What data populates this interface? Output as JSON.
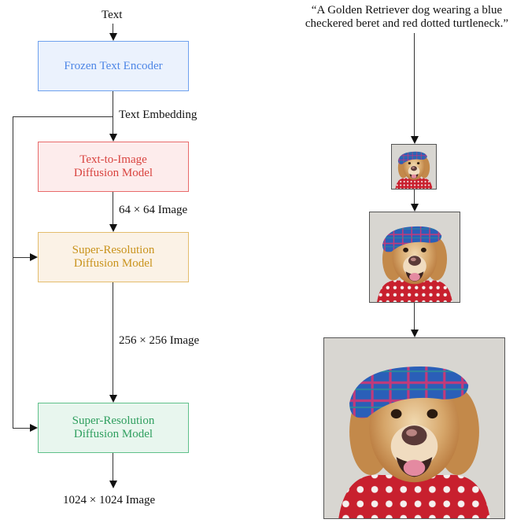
{
  "pipeline": {
    "input_label": "Text",
    "edge_labels": {
      "text_embedding": "Text Embedding",
      "image_64": "64 × 64 Image",
      "image_256": "256 × 256 Image",
      "image_1024": "1024 × 1024 Image"
    },
    "boxes": [
      {
        "line1": "Frozen Text Encoder",
        "line2": "",
        "fill": "#ebf2fd",
        "border": "#6fa1ee",
        "text_color": "#4d86e6"
      },
      {
        "line1": "Text-to-Image",
        "line2": "Diffusion Model",
        "fill": "#fdecec",
        "border": "#e86b6b",
        "text_color": "#d9433f"
      },
      {
        "line1": "Super-Resolution",
        "line2": "Diffusion Model",
        "fill": "#fbf2e6",
        "border": "#e3bd6d",
        "text_color": "#c9931c"
      },
      {
        "line1": "Super-Resolution",
        "line2": "Diffusion Model",
        "fill": "#e8f6ee",
        "border": "#5fc08a",
        "text_color": "#2f9f5f"
      }
    ]
  },
  "example": {
    "prompt_line1": "“A Golden Retriever dog wearing a blue",
    "prompt_line2": "checkered beret and red dotted turtleneck.”",
    "images": [
      {
        "name": "output-64"
      },
      {
        "name": "output-256"
      },
      {
        "name": "output-1024"
      }
    ]
  }
}
